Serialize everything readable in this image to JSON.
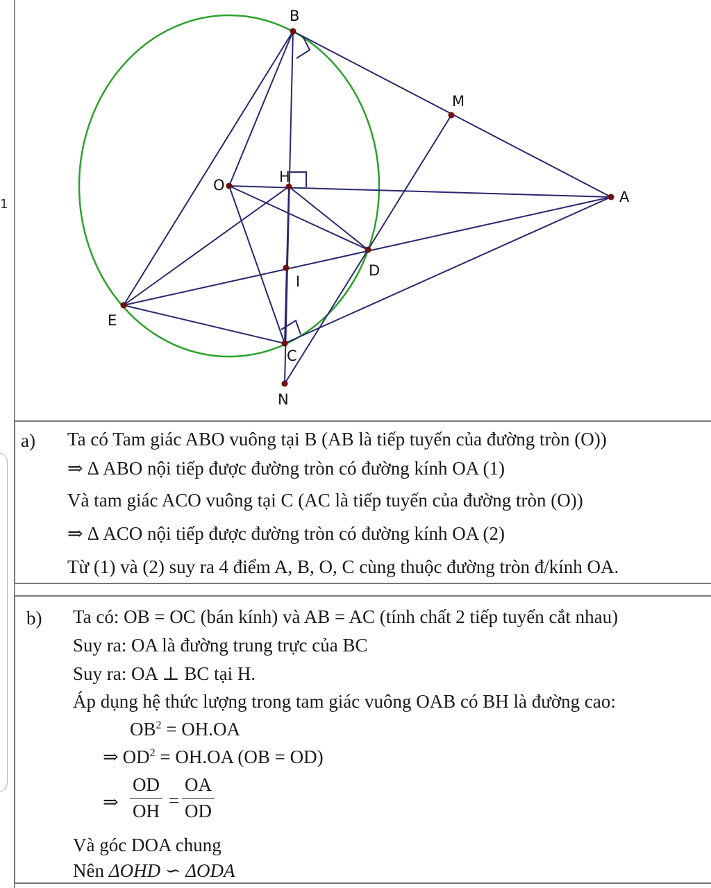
{
  "figure": {
    "points": {
      "B": "B",
      "M": "M",
      "O": "O",
      "H": "H",
      "A": "A",
      "D": "D",
      "I": "I",
      "E": "E",
      "C": "C",
      "N": "N"
    },
    "colors": {
      "circle": "#2ea02e",
      "line": "#28286e",
      "point": "#6b0f0f"
    }
  },
  "edge_mark": "1",
  "part_a": {
    "label": "a)",
    "line1": "Ta có Tam giác ABO vuông tại B (AB là tiếp tuyến của đường tròn (O))",
    "line2_arrow": "⇒",
    "line2": "Δ ABO nội tiếp được đường tròn có đường kính OA (1)",
    "line3": "Và tam giác ACO vuông tại C (AC là tiếp tuyến của đường tròn (O))",
    "line4_arrow": "⇒",
    "line4": "Δ ACO nội tiếp được đường tròn có đường kính OA (2)",
    "line5": "Từ (1) và (2) suy ra 4 điểm A, B, O, C cùng thuộc đường tròn đ/kính OA."
  },
  "part_b": {
    "label": "b)",
    "line1": "Ta có: OB = OC (bán kính) và AB = AC (tính chất 2 tiếp tuyến cắt nhau)",
    "line2": "Suy ra: OA là đường trung trực của BC",
    "line3": "Suy ra: OA ⊥ BC tại H.",
    "line4": "Áp dụng hệ thức lượng trong tam giác vuông OAB có BH là đường cao:",
    "eq1_base": "OB",
    "eq1_exp": "2",
    "eq1_rest": " = OH.OA",
    "eq2_arrow": "⇒",
    "eq2_base": "OD",
    "eq2_exp": "2",
    "eq2_rest": " = OH.OA  (OB = OD)",
    "eq3_arrow": "⇒",
    "frac1_num": "OD",
    "frac1_den": "OH",
    "eq3_equals": "=",
    "frac2_num": "OA",
    "frac2_den": "OD",
    "line5": "Và góc DOA chung",
    "line6_prefix": "Nên ",
    "line6_formula": "ΔOHD ∽ ΔODA"
  }
}
